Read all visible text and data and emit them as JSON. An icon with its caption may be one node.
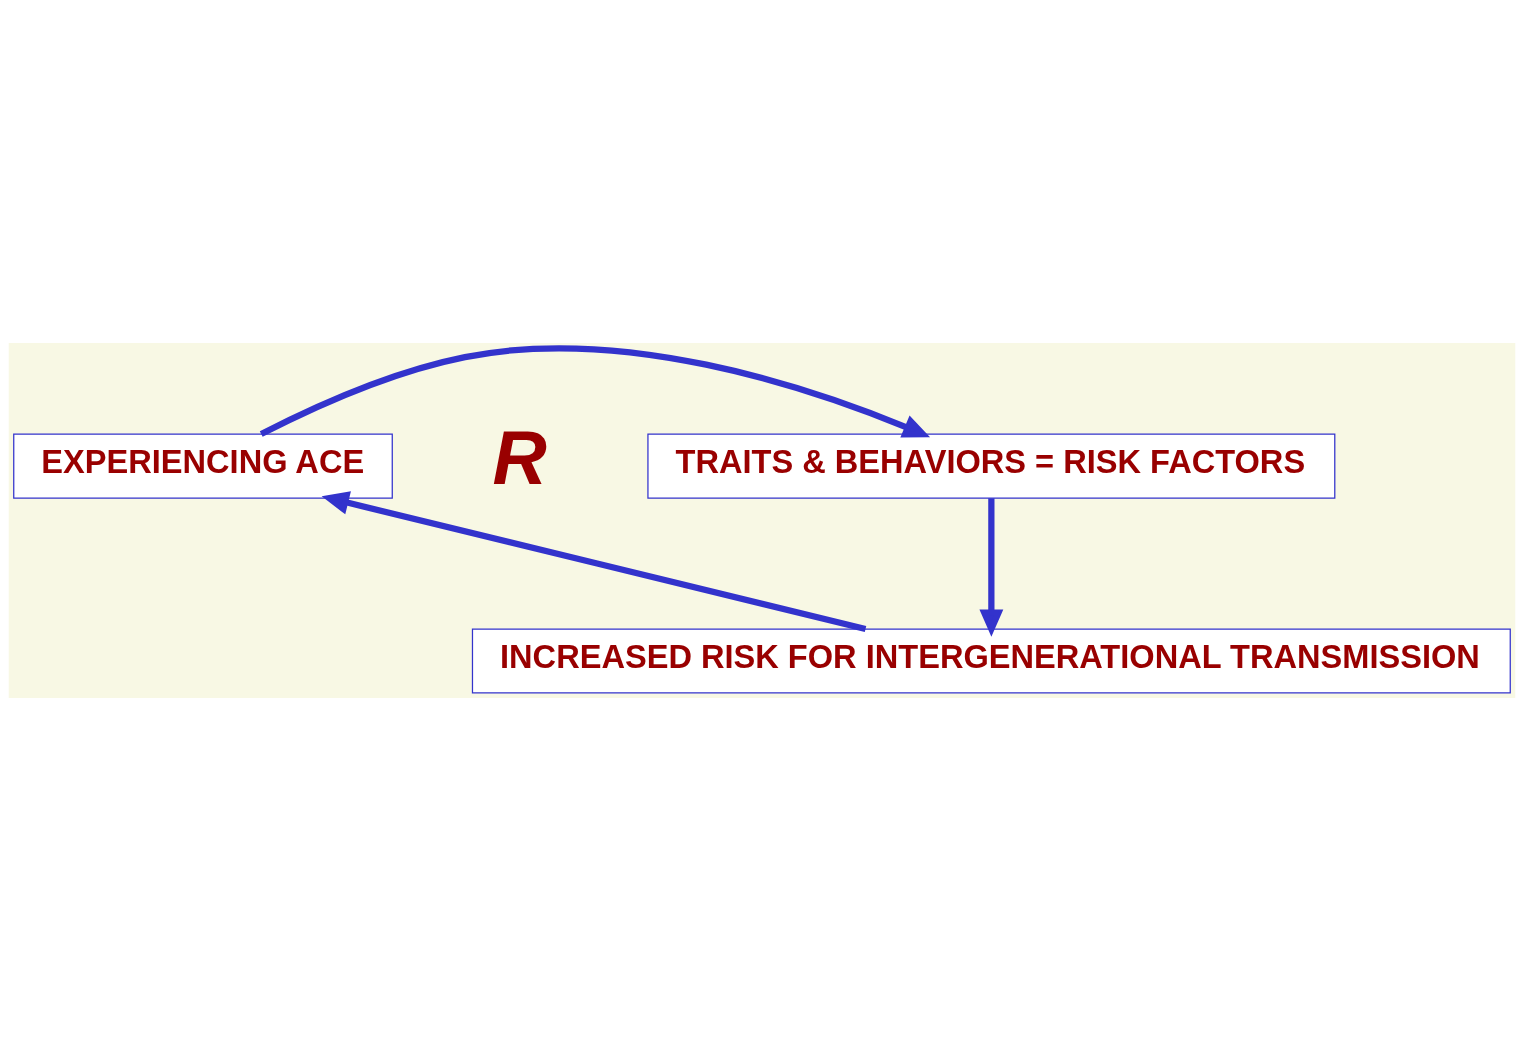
{
  "diagram": {
    "nodes": [
      {
        "text": [
          "EXPERIENCING ACE"
        ]
      },
      {
        "text": [
          "TRAITS & BEHAVIORS = RISK FACTORS"
        ]
      },
      {
        "text": [
          "INCREASED RISK FOR INTERGENERATIONAL TRANSMISSION"
        ]
      }
    ],
    "edges": [
      {
        "from": 0,
        "to": 1,
        "arrow": "to"
      },
      {
        "from": 1,
        "to": 2,
        "arrow": "to"
      },
      {
        "from": 2,
        "to": 0,
        "arrow": "to"
      }
    ],
    "labels": [
      "R"
    ]
  }
}
